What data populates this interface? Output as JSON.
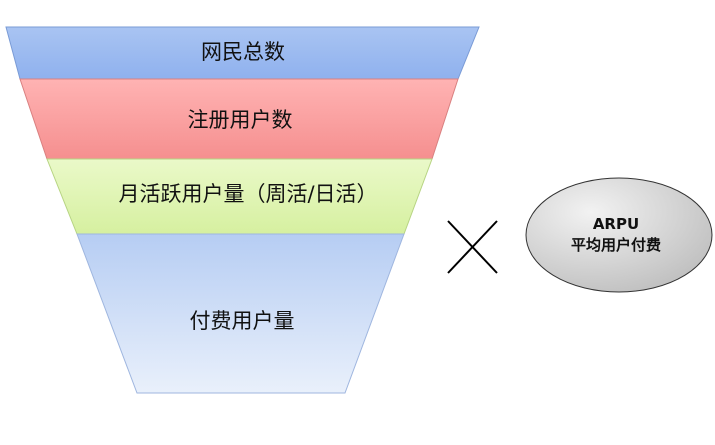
{
  "funnel": {
    "stages": [
      {
        "label": "网民总数",
        "top_color": "#a9c4f2",
        "bottom_color": "#8fb1ee"
      },
      {
        "label": "注册用户数",
        "top_color": "#ffb3b3",
        "bottom_color": "#f58f8f"
      },
      {
        "label": "月活跃用户量（周活/日活）",
        "top_color": "#eaf9c9",
        "bottom_color": "#d6f0a0"
      },
      {
        "label": "付费用户量",
        "top_color": "#b6cdf3",
        "bottom_color": "#e9f0fb"
      }
    ]
  },
  "operator": {
    "icon": "multiply-icon"
  },
  "arpu": {
    "title": "ARPU",
    "subtitle": "平均用户付费"
  }
}
